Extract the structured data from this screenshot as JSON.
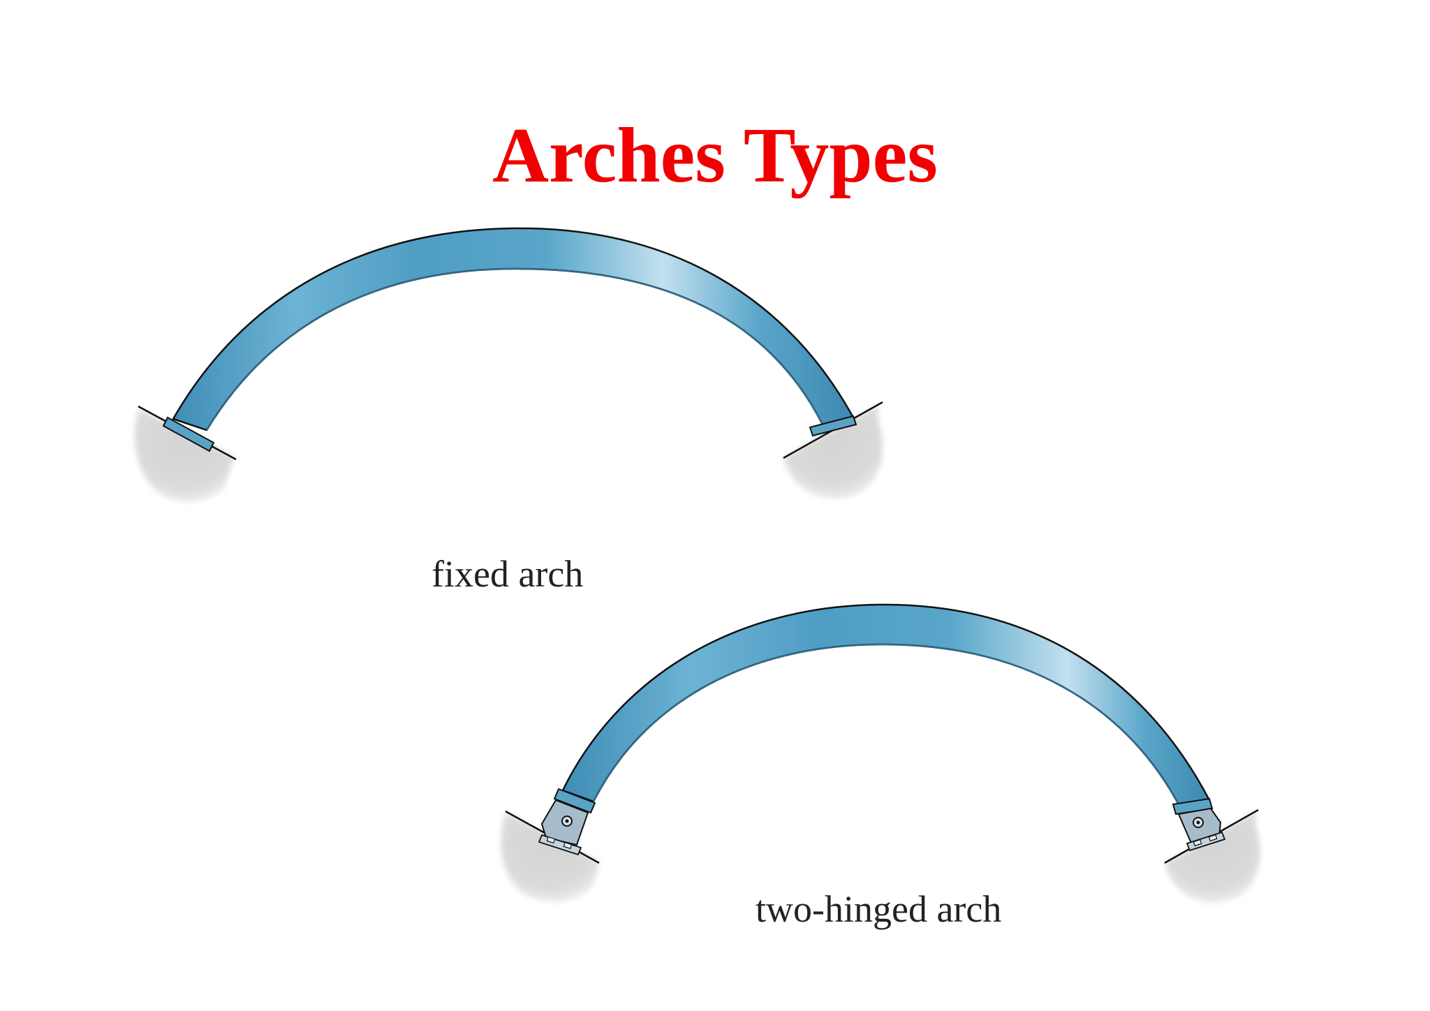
{
  "title": "Arches Types",
  "figures": [
    {
      "id": "fixed",
      "caption": "fixed arch",
      "support": "fixed"
    },
    {
      "id": "two-hinged",
      "caption": "two-hinged arch",
      "support": "pin"
    }
  ],
  "colors": {
    "title": "#f00000",
    "arch_fill": "#5fa8cc",
    "arch_highlight": "#c4e1ee",
    "arch_dark": "#3d88b0",
    "outline": "#111111",
    "ground": "#d8d8d8",
    "hinge": "#9eb6c6",
    "caption": "#222222"
  }
}
